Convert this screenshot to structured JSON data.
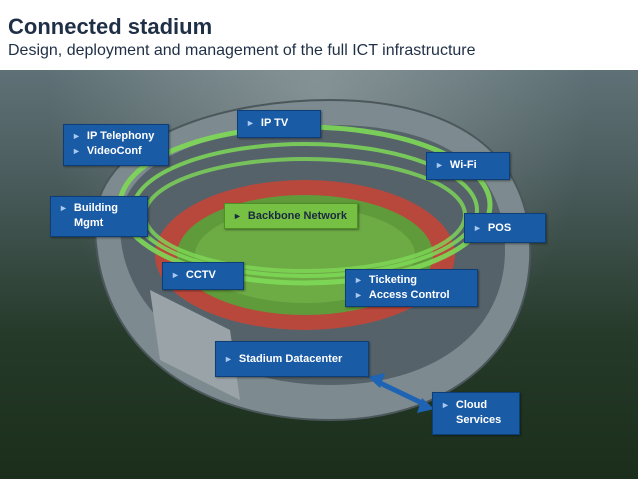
{
  "header": {
    "title": "Connected stadium",
    "subtitle": "Design, deployment and management of the full ICT infrastructure"
  },
  "diagram": {
    "colors": {
      "box": "#1a5ba6",
      "ring": "#7ed957",
      "backbone_box": "#76c043",
      "link_arrow": "#1f63b5"
    },
    "arrow_icon": "triangle-right-icon",
    "boxes": {
      "ip_telephony": {
        "lines": [
          "IP Telephony",
          "VideoConf"
        ]
      },
      "ip_tv": {
        "lines": [
          "IP TV"
        ]
      },
      "wifi": {
        "lines": [
          "Wi-Fi"
        ]
      },
      "building_mgmt": {
        "lines": [
          "Building",
          "Mgmt"
        ]
      },
      "backbone": {
        "lines": [
          "Backbone Network"
        ]
      },
      "pos": {
        "lines": [
          "POS"
        ]
      },
      "cctv": {
        "lines": [
          "CCTV"
        ]
      },
      "ticketing": {
        "lines": [
          "Ticketing",
          "Access Control"
        ]
      },
      "datacenter": {
        "lines": [
          "Stadium Datacenter"
        ]
      },
      "cloud": {
        "lines": [
          "Cloud",
          "Services"
        ]
      }
    }
  }
}
